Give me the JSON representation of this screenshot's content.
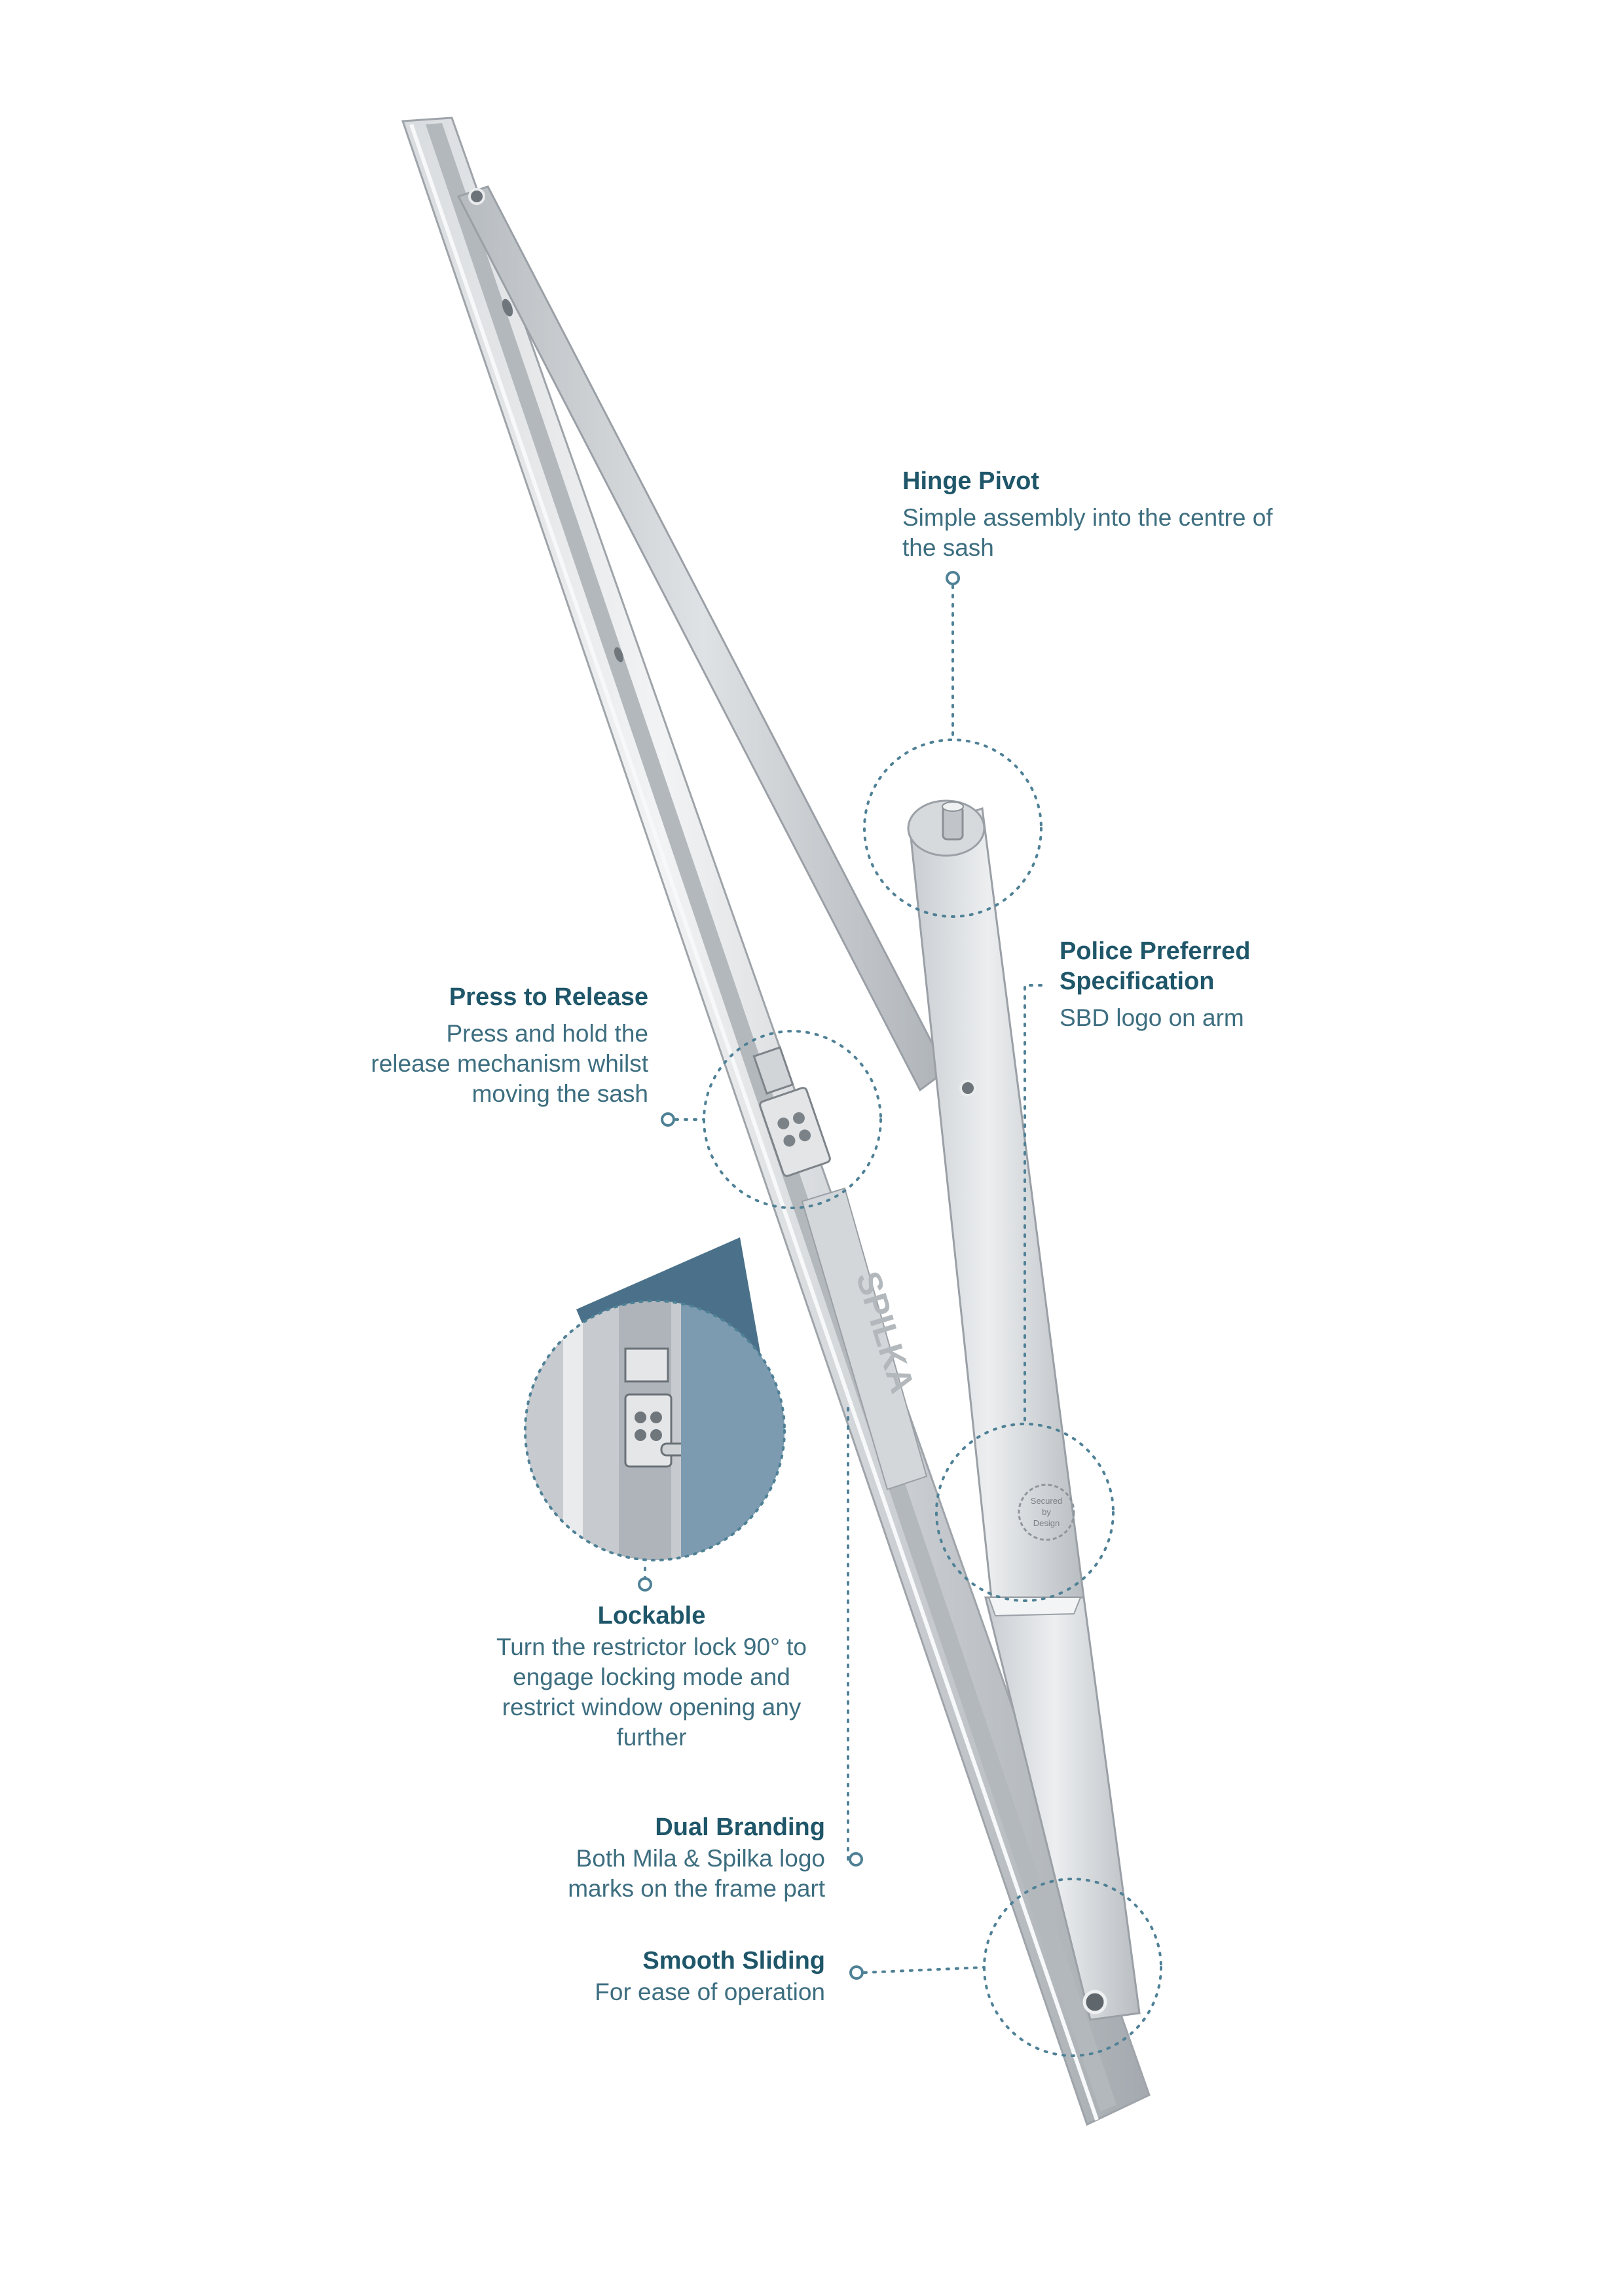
{
  "theme": {
    "accent": "#1f5669",
    "text": "#3d6e80",
    "dots": "#4f8196",
    "metal_light": "#e8eaec",
    "metal_mid": "#c4c8cc",
    "metal_dark": "#9aa0a6",
    "inset_bg": "#4a7189"
  },
  "callouts": {
    "hinge_pivot": {
      "title": "Hinge Pivot",
      "desc_line1": "Simple assembly into the centre of",
      "desc_line2": "the sash"
    },
    "police_preferred": {
      "title_line1": "Police Preferred",
      "title_line2": "Specification",
      "desc": "SBD logo on arm"
    },
    "press_to_release": {
      "title": "Press to Release",
      "desc_line1": "Press and hold the",
      "desc_line2": "release mechanism whilst",
      "desc_line3": "moving the sash"
    },
    "lockable": {
      "title": "Lockable",
      "desc_line1": "Turn the restrictor lock 90° to",
      "desc_line2": "engage locking mode and",
      "desc_line3": "restrict window opening any",
      "desc_line4": "further"
    },
    "dual_branding": {
      "title": "Dual Branding",
      "desc_line1": "Both Mila & Spilka logo",
      "desc_line2": "marks on the frame part"
    },
    "smooth_sliding": {
      "title": "Smooth Sliding",
      "desc": "For ease of operation"
    }
  },
  "product_marks": {
    "brand": "SPILKA",
    "seal_line1": "Secured",
    "seal_line2": "by",
    "seal_line3": "Design"
  }
}
